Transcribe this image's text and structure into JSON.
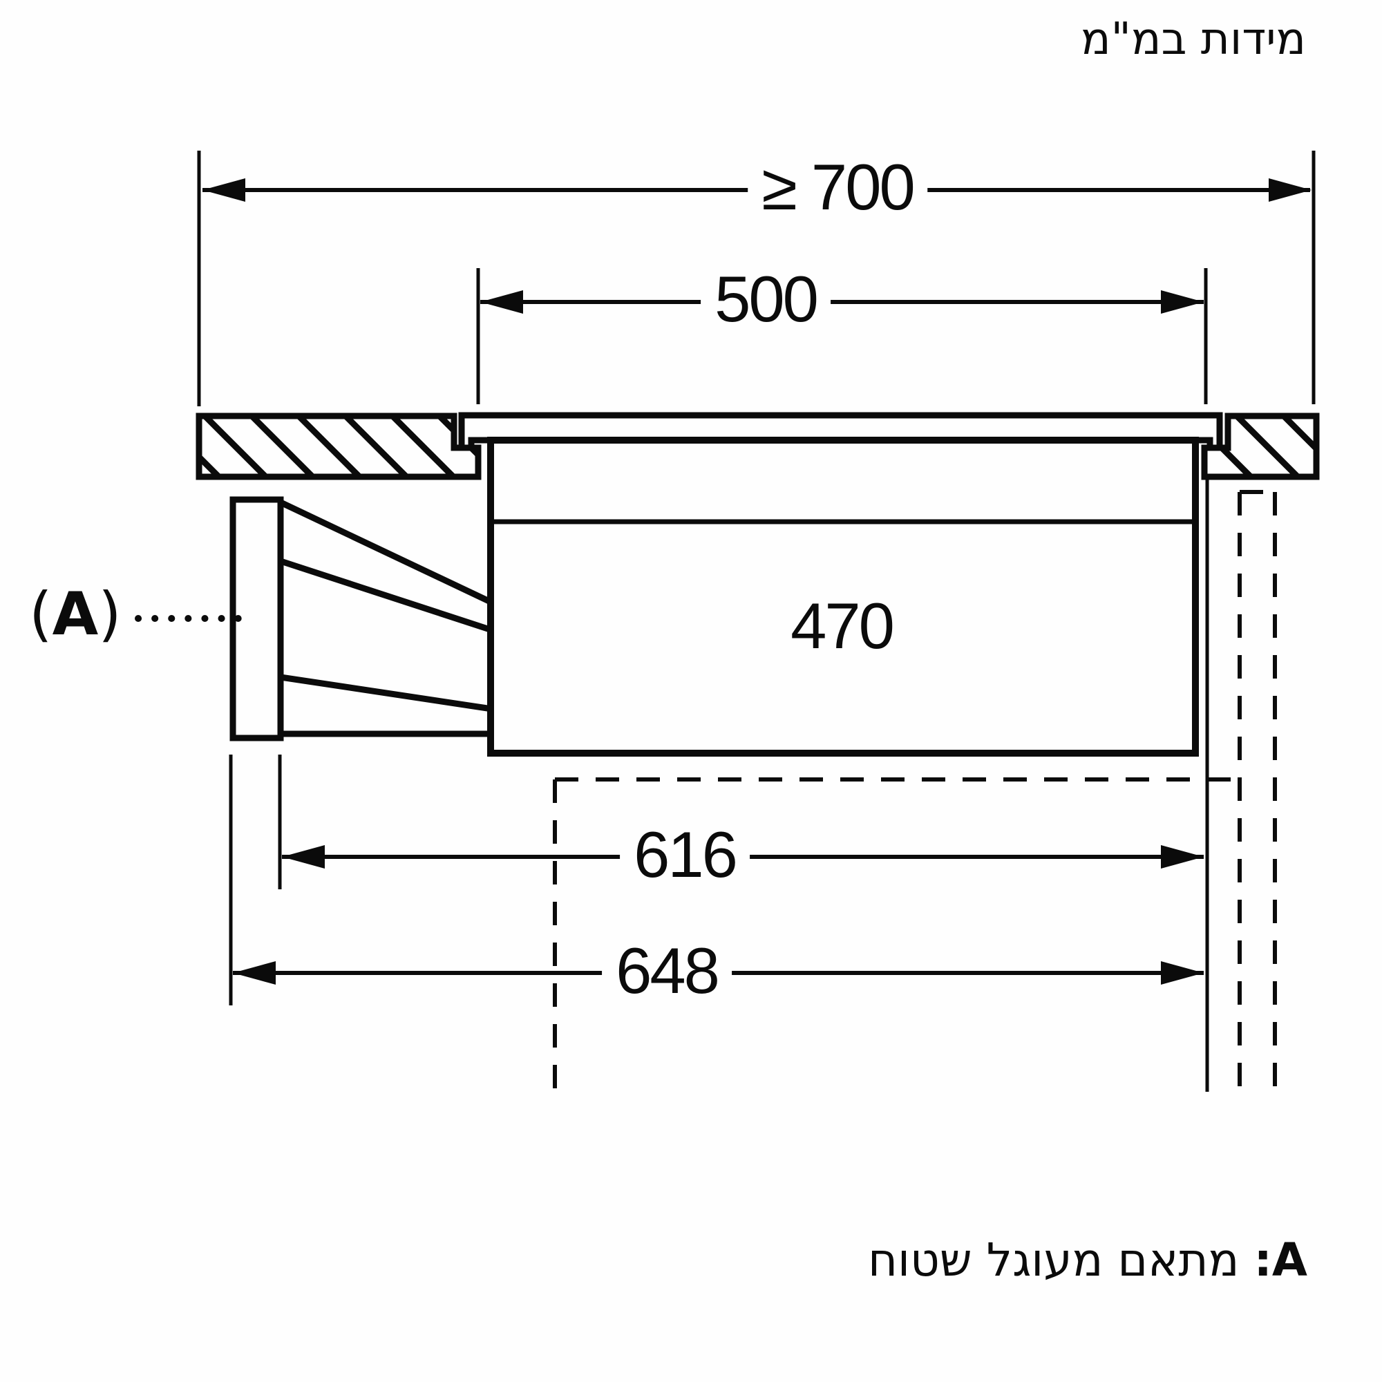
{
  "page": {
    "background": "#fefefe",
    "ink": "#0b0b0b"
  },
  "title": {
    "text": "מידות במ\"מ"
  },
  "dimensions": {
    "total_width_min": {
      "label": "≥ 700"
    },
    "cutout_width": {
      "label": "500"
    },
    "body_width": {
      "label": "470"
    },
    "depth_inner": {
      "label": "616"
    },
    "depth_outer": {
      "label": "648"
    }
  },
  "callout": {
    "open": "(",
    "letter": "A",
    "close": ")"
  },
  "footnote": {
    "prefix": "A:",
    "text": "מתאם מעוגל שטוח"
  }
}
